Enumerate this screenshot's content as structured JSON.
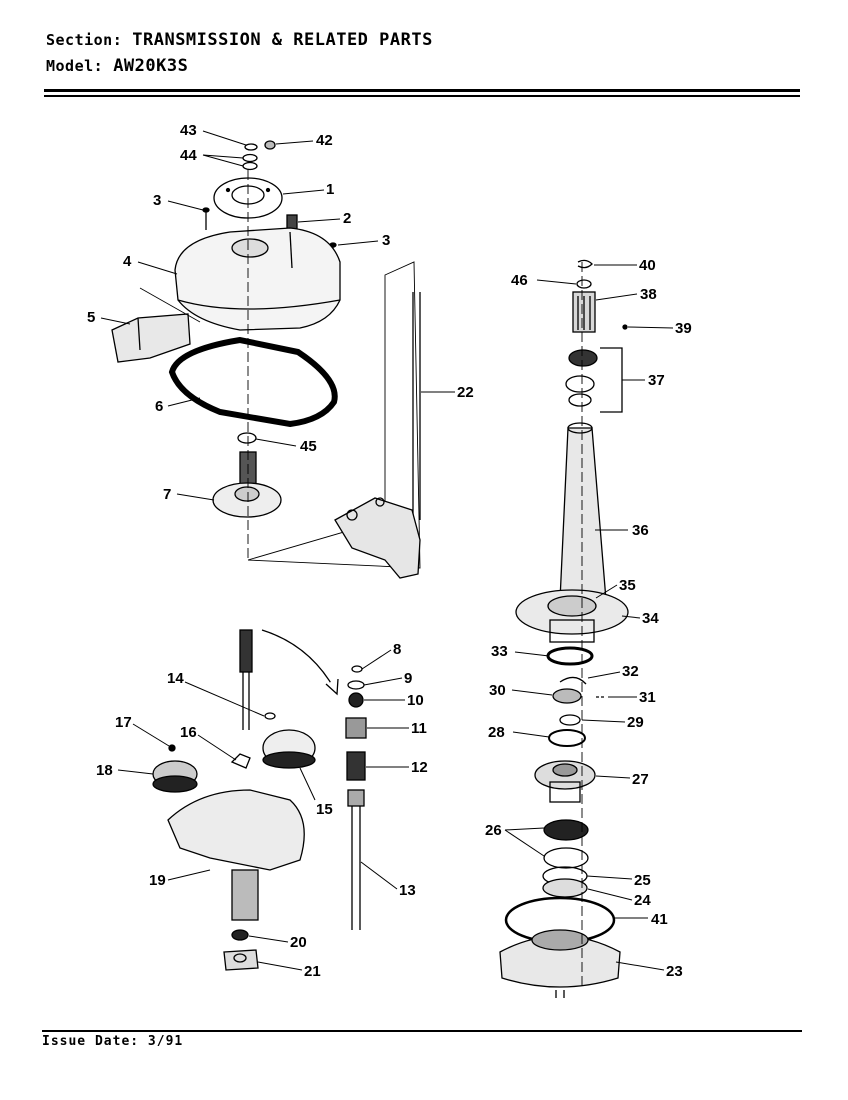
{
  "header": {
    "section_label": "Section:",
    "section_value": "TRANSMISSION & RELATED PARTS",
    "model_label": "Model:",
    "model_value": "AW20K3S"
  },
  "footer": {
    "issue_label": "Issue Date:",
    "issue_value": "3/91"
  },
  "callouts": {
    "c1": "1",
    "c2": "2",
    "c3a": "3",
    "c3b": "3",
    "c4": "4",
    "c5": "5",
    "c6": "6",
    "c7": "7",
    "c8": "8",
    "c9": "9",
    "c10": "10",
    "c11": "11",
    "c12": "12",
    "c13": "13",
    "c14": "14",
    "c15": "15",
    "c16": "16",
    "c17": "17",
    "c18": "18",
    "c19": "19",
    "c20": "20",
    "c21": "21",
    "c22": "22",
    "c23": "23",
    "c24": "24",
    "c25": "25",
    "c26": "26",
    "c27": "27",
    "c28": "28",
    "c29": "29",
    "c30": "30",
    "c31": "31",
    "c32": "32",
    "c33": "33",
    "c34": "34",
    "c35": "35",
    "c36": "36",
    "c37": "37",
    "c38": "38",
    "c39": "39",
    "c40": "40",
    "c41": "41",
    "c42": "42",
    "c43": "43",
    "c44": "44",
    "c45": "45",
    "c46": "46"
  }
}
